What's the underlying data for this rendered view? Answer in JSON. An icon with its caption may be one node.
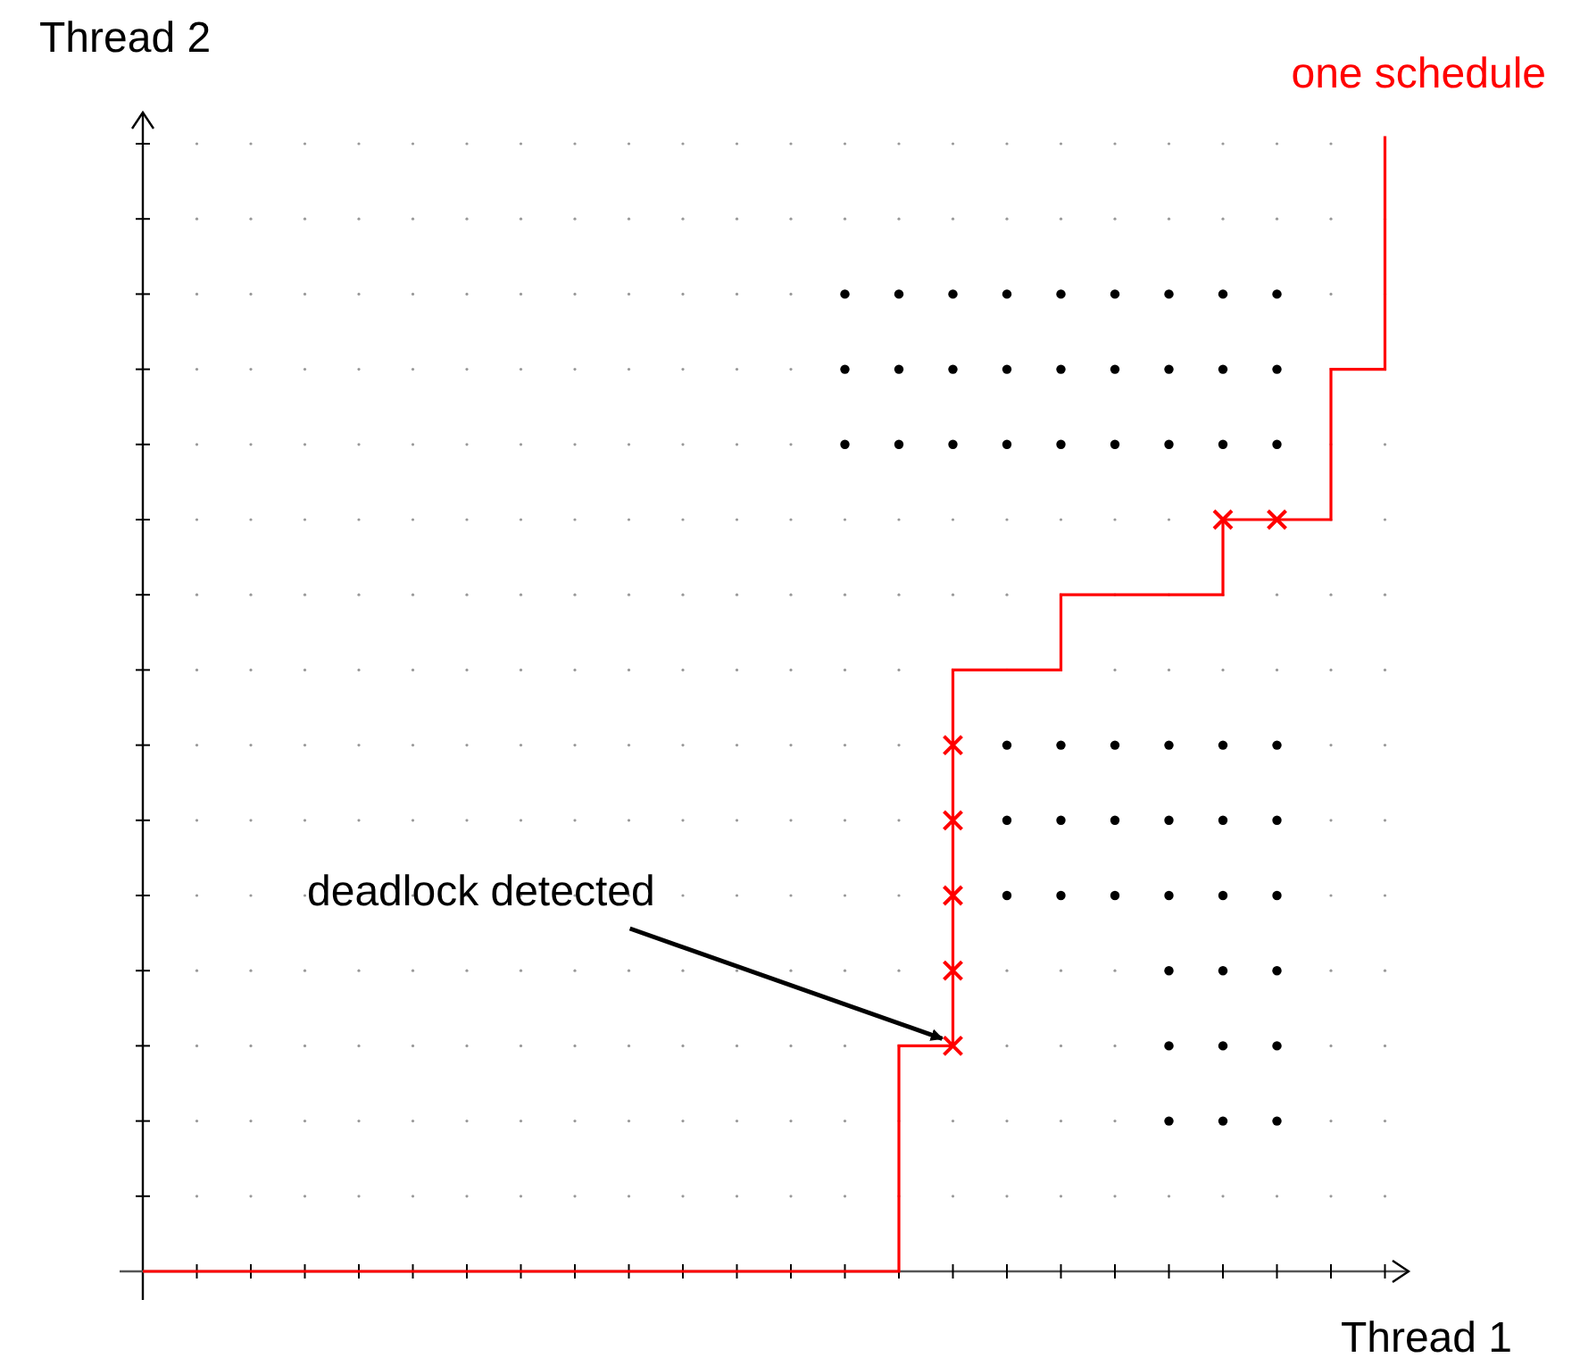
{
  "diagram": {
    "nodes": [
      {
        "text": [
          "deadlock detected"
        ]
      },
      {
        "text": [],
        "shape": "cross"
      }
    ],
    "edges": [
      {
        "from": 0,
        "to": 1,
        "arrow": "to"
      }
    ],
    "labels": [
      "Thread 2",
      "one schedule",
      "Thread 1"
    ]
  }
}
